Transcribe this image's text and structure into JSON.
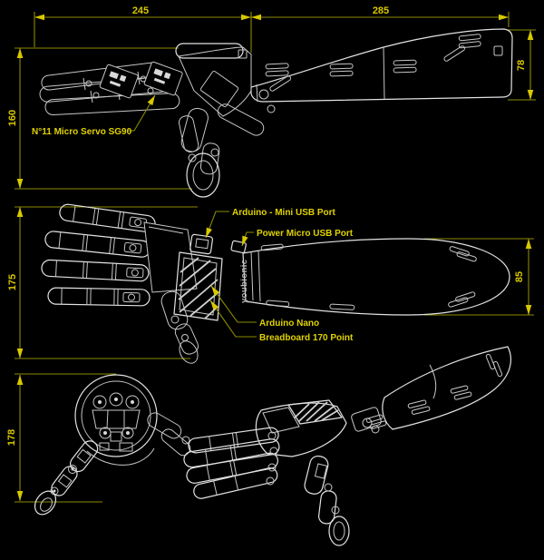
{
  "meta": {
    "drawing_title": "Youbionic robotic hand and forearm technical drawing",
    "brand": "youbionic"
  },
  "colors": {
    "background": "#000000",
    "dimension_line": "#8a8a00",
    "dimension_text": "#d8c800",
    "drawing_line": "#c6c6c6"
  },
  "views": {
    "side_view": {
      "dim_hand_length": "245",
      "dim_forearm_length": "285",
      "dim_hand_height": "160",
      "dim_forearm_height": "78",
      "callout_servo": "N°11 Micro Servo SG90"
    },
    "top_view": {
      "dim_hand_height": "175",
      "dim_forearm_width": "85",
      "callout_mini_usb": "Arduino - Mini USB Port",
      "callout_micro_usb": "Power Micro USB Port",
      "callout_nano": "Arduino Nano",
      "callout_breadboard": "Breadboard 170 Point",
      "brand": "youbionic"
    },
    "front_view": {
      "dim_height": "178"
    }
  }
}
